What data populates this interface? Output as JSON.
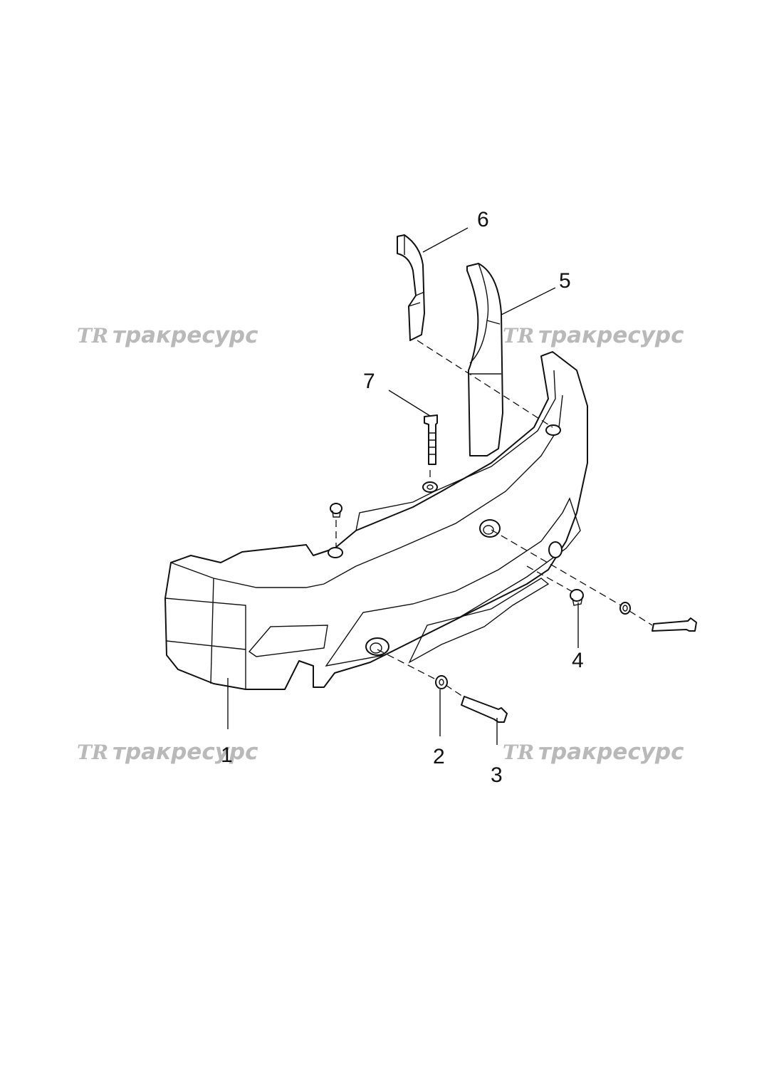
{
  "diagram": {
    "callouts": [
      "1",
      "2",
      "3",
      "4",
      "5",
      "6",
      "7"
    ]
  },
  "watermark": {
    "logo": "TR",
    "brand": "тракресурс"
  }
}
